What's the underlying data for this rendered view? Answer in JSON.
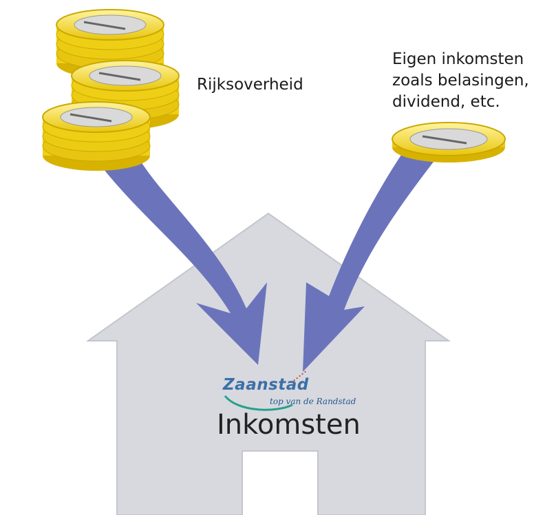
{
  "labels": {
    "rijksoverheid": "Rijksoverheid",
    "eigen_line1": "Eigen inkomsten",
    "eigen_line2": "zoals belasingen,",
    "eigen_line3": "dividend, etc.",
    "inkomsten": "Inkomsten"
  },
  "brand": {
    "name": "Zaanstad",
    "tagline": "top van de Randstad"
  },
  "colors": {
    "house": "#d7d9df",
    "arrow": "#6b74bb",
    "coin": "#f2d21a",
    "coin_edge": "#c9a800",
    "brand_blue": "#3d6fa8",
    "brand_swoosh": "#27a08c",
    "brand_dots": "#d9403a"
  }
}
